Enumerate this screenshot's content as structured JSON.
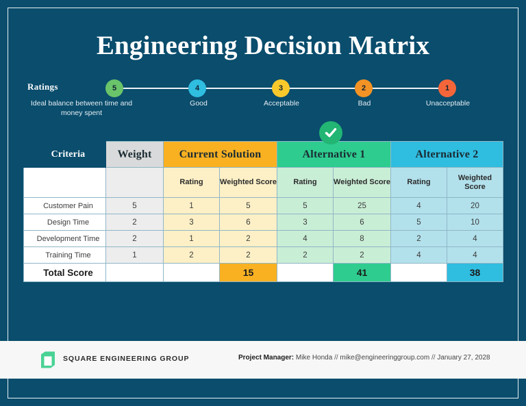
{
  "page": {
    "title": "Engineering Decision Matrix",
    "background_color": "#0a4d6d",
    "frame_color": "#e9f2f6"
  },
  "ratings": {
    "label": "Ratings",
    "scale": [
      {
        "value": "5",
        "caption": "Ideal balance between time and money spent",
        "color": "#6ac46a"
      },
      {
        "value": "4",
        "caption": "Good",
        "color": "#2fbde0"
      },
      {
        "value": "3",
        "caption": "Acceptable",
        "color": "#f9c92b"
      },
      {
        "value": "2",
        "caption": "Bad",
        "color": "#f39325"
      },
      {
        "value": "1",
        "caption": "Unacceptable",
        "color": "#f4663a"
      }
    ]
  },
  "recommended": {
    "icon": "check-circle-icon",
    "column": "Alternative 1",
    "color": "#22b573"
  },
  "chart_data": {
    "type": "table",
    "title": "Engineering Decision Matrix",
    "criteria_header": "Criteria",
    "weight_header": "Weight",
    "sub_headers": {
      "rating": "Rating",
      "weighted_score": "Weighted Score"
    },
    "options": [
      {
        "name": "Current Solution",
        "color": "#f9b122",
        "tint": "#fdf0c6"
      },
      {
        "name": "Alternative 1",
        "color": "#2ecc8f",
        "tint": "#c9eed6"
      },
      {
        "name": "Alternative 2",
        "color": "#2fbde0",
        "tint": "#b2e1ec"
      }
    ],
    "rows": [
      {
        "criteria": "Customer Pain",
        "weight": "5",
        "cells": [
          {
            "rating": "1",
            "score": "5"
          },
          {
            "rating": "5",
            "score": "25"
          },
          {
            "rating": "4",
            "score": "20"
          }
        ]
      },
      {
        "criteria": "Design Time",
        "weight": "2",
        "cells": [
          {
            "rating": "3",
            "score": "6"
          },
          {
            "rating": "3",
            "score": "6"
          },
          {
            "rating": "5",
            "score": "10"
          }
        ]
      },
      {
        "criteria": "Development Time",
        "weight": "2",
        "cells": [
          {
            "rating": "1",
            "score": "2"
          },
          {
            "rating": "4",
            "score": "8"
          },
          {
            "rating": "2",
            "score": "4"
          }
        ]
      },
      {
        "criteria": "Training Time",
        "weight": "1",
        "cells": [
          {
            "rating": "2",
            "score": "2"
          },
          {
            "rating": "2",
            "score": "2"
          },
          {
            "rating": "4",
            "score": "4"
          }
        ]
      }
    ],
    "total": {
      "label": "Total Score",
      "weight": "",
      "scores": [
        "15",
        "41",
        "38"
      ]
    }
  },
  "footer": {
    "logo_icon": "green-cube-logo-icon",
    "brand": "SQUARE  ENGINEERING GROUP",
    "meta_label": "Project Manager:",
    "meta_name": "Mike Honda",
    "sep1": "//",
    "meta_email": "mike@engineeringgroup.com",
    "sep2": "//",
    "meta_date": "January 27, 2028"
  }
}
